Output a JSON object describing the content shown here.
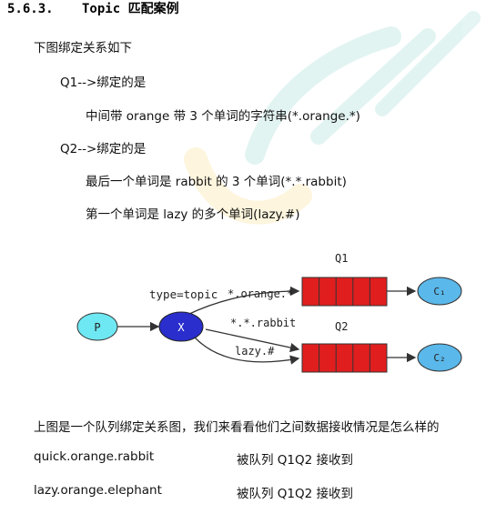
{
  "section": {
    "number": "5.6.3.",
    "title": "Topic 匹配案例"
  },
  "intro": "下图绑定关系如下",
  "q1": {
    "label": "Q1-->绑定的是",
    "details": [
      "中间带 orange 带 3 个单词的字符串(*.orange.*)"
    ]
  },
  "q2": {
    "label": "Q2-->绑定的是",
    "details": [
      "最后一个单词是 rabbit 的 3 个单词(*.*.rabbit)",
      "第一个单词是 lazy 的多个单词(lazy.#)"
    ]
  },
  "diagram": {
    "producer": "P",
    "exchange": "X",
    "exchange_type": "type=topic",
    "queue1": "Q1",
    "queue2": "Q2",
    "binding1": "*.orange.*",
    "binding2": "*.*.rabbit",
    "binding3": "lazy.#",
    "consumer1": "C₁",
    "consumer2": "C₂",
    "colors": {
      "producer": "#6ee8f2",
      "exchange": "#2a2ecc",
      "queue": "#e01e1e",
      "consumer": "#5ab8ea"
    }
  },
  "description": "上图是一个队列绑定关系图，我们来看看他们之间数据接收情况是怎么样的",
  "examples": [
    {
      "key": "quick.orange.rabbit",
      "result": "被队列 Q1Q2 接收到"
    },
    {
      "key": "lazy.orange.elephant",
      "result": "被队列 Q1Q2 接收到"
    }
  ]
}
